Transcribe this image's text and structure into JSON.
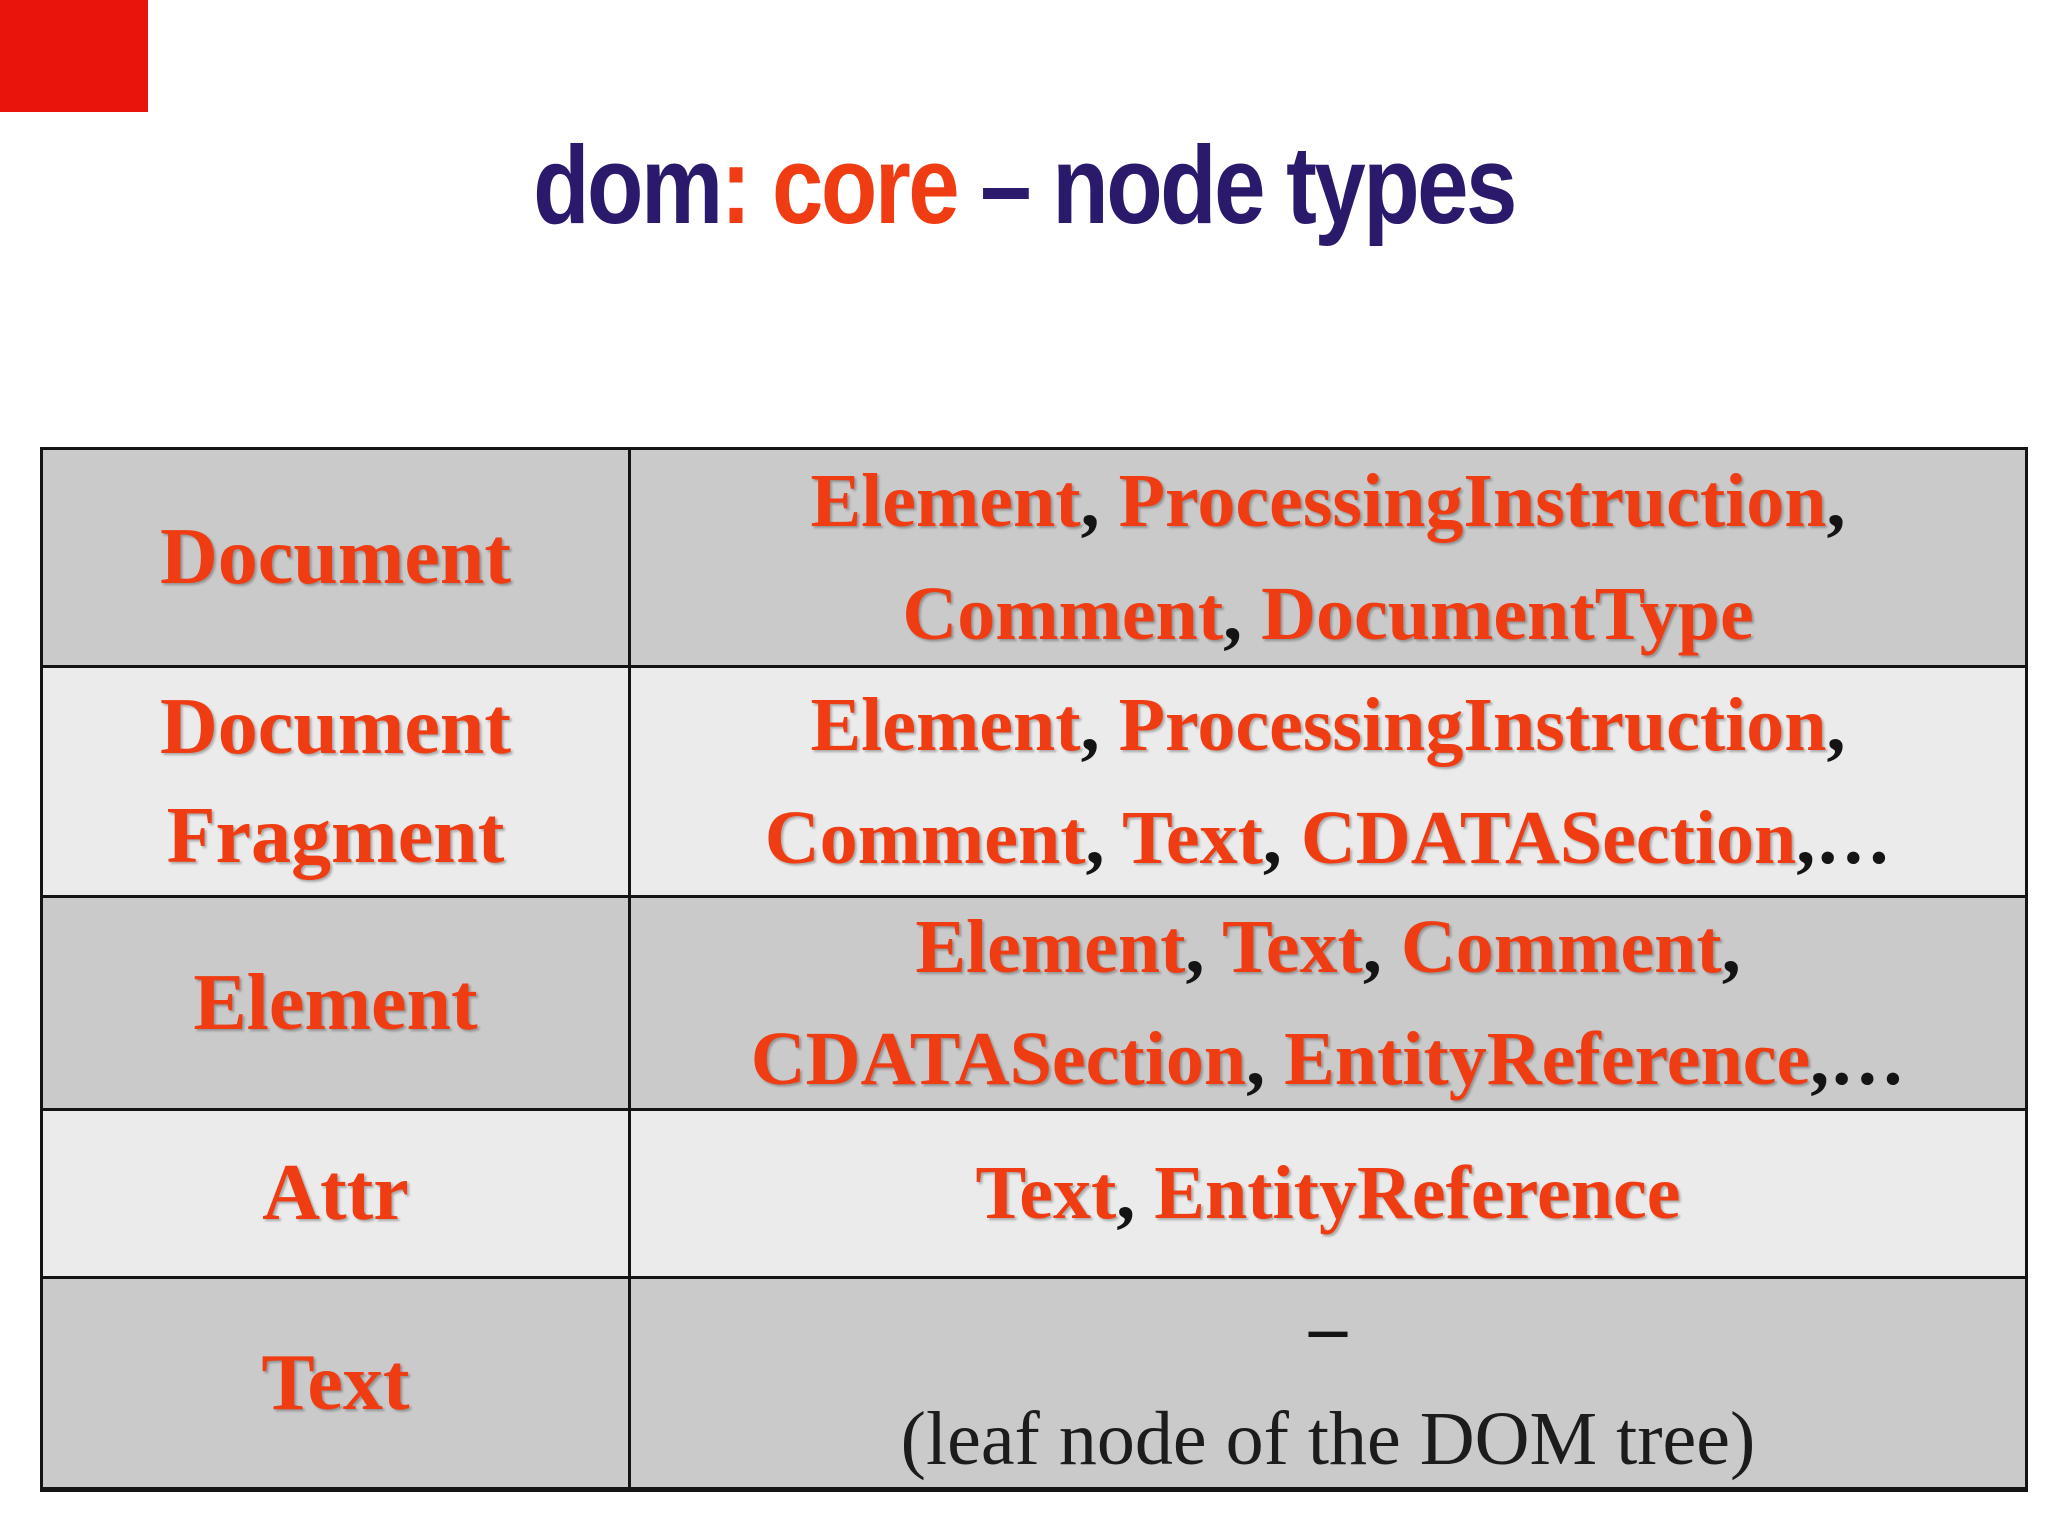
{
  "slide": {
    "colors": {
      "navy": "#2b1a6b",
      "orange": "#f03c12",
      "dark_text": "#141414",
      "row_dark": "#cacaca",
      "row_light": "#ebebeb",
      "border": "#141414",
      "red_mark": "#e9140b",
      "background": "#ffffff"
    },
    "title": {
      "t1": "dom",
      "t2": ":",
      "t3": " core",
      "t4": " – ",
      "t5": "node types"
    },
    "table": {
      "rows": [
        {
          "shade": "dark",
          "label_lines": [
            "Document"
          ],
          "content_lines": [
            [
              [
                "Element",
                "o"
              ],
              [
                ", ",
                "k"
              ],
              [
                "ProcessingInstruction",
                "o"
              ],
              [
                ",",
                "k"
              ]
            ],
            [
              [
                "Comment",
                "o"
              ],
              [
                ", ",
                "k"
              ],
              [
                "DocumentType",
                "o"
              ]
            ]
          ]
        },
        {
          "shade": "light",
          "label_lines": [
            "Document",
            "Fragment"
          ],
          "content_lines": [
            [
              [
                "Element",
                "o"
              ],
              [
                ", ",
                "k"
              ],
              [
                "ProcessingInstruction",
                "o"
              ],
              [
                ",",
                "k"
              ]
            ],
            [
              [
                "Comment",
                "o"
              ],
              [
                ", ",
                "k"
              ],
              [
                "Text",
                "o"
              ],
              [
                ", ",
                "k"
              ],
              [
                "CDATASection",
                "o"
              ],
              [
                ",…",
                "k"
              ]
            ]
          ]
        },
        {
          "shade": "dark",
          "label_lines": [
            "Element"
          ],
          "content_lines": [
            [
              [
                "Element",
                "o"
              ],
              [
                ", ",
                "k"
              ],
              [
                "Text",
                "o"
              ],
              [
                ", ",
                "k"
              ],
              [
                "Comment",
                "o"
              ],
              [
                ",",
                "k"
              ]
            ],
            [
              [
                "CDATASection",
                "o"
              ],
              [
                ", ",
                "k"
              ],
              [
                "EntityReference",
                "o"
              ],
              [
                ",…",
                "k"
              ]
            ]
          ]
        },
        {
          "shade": "light",
          "label_lines": [
            "Attr"
          ],
          "content_lines": [
            [
              [
                "Text",
                "o"
              ],
              [
                ", ",
                "k"
              ],
              [
                "EntityReference",
                "o"
              ]
            ]
          ]
        },
        {
          "shade": "dark",
          "label_lines": [
            "Text"
          ],
          "content_lines": [
            [
              [
                "–",
                "k"
              ]
            ],
            [
              [
                "(leaf node of the DOM tree)",
                "p"
              ]
            ]
          ]
        }
      ]
    }
  }
}
